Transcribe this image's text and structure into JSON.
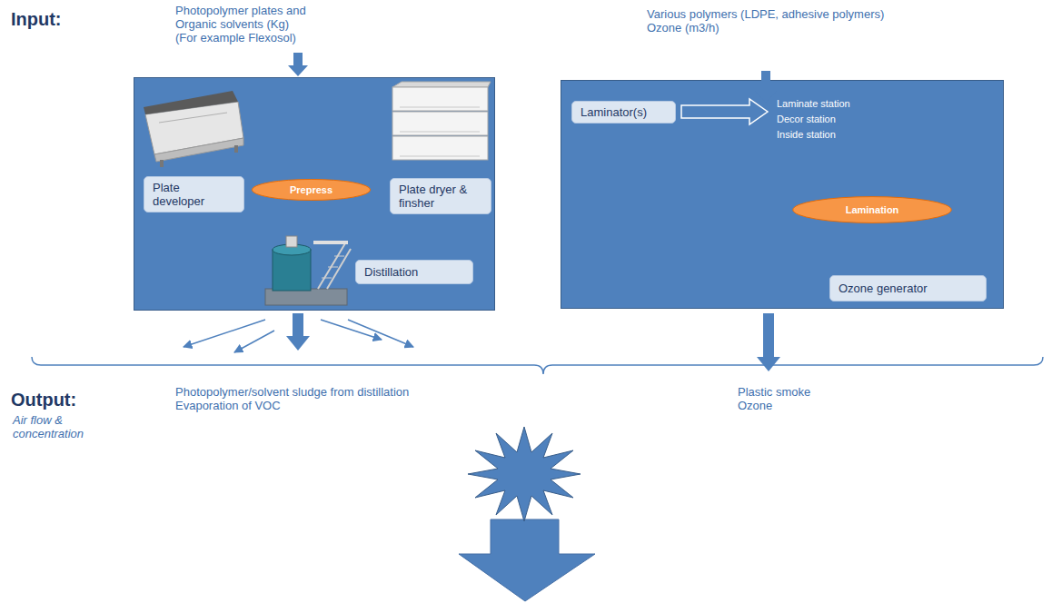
{
  "diagram": {
    "nodes": [
      {
        "text": []
      },
      {
        "text": [
          "Plate developer"
        ],
        "in": 0
      },
      {
        "text": [
          "Prepress"
        ],
        "in": 0
      },
      {
        "text": [
          "Plate dryer & finsher"
        ],
        "in": 0
      },
      {
        "text": [
          "Distillation"
        ],
        "in": 0
      },
      {
        "text": []
      },
      {
        "text": [
          "Laminator(s)"
        ],
        "in": 5
      },
      {
        "text": [
          "Lamination"
        ],
        "in": 5
      },
      {
        "text": [
          "Ozone generator"
        ],
        "in": 5
      }
    ],
    "labels": [
      "Input:",
      "Photopolymer plates and Organic solvents (Kg) (For example Flexosol)",
      "Various polymers (LDPE, adhesive polymers) Ozone (m3/h)",
      "Laminate station",
      "Decor station",
      "Inside station",
      "Output:",
      "Air flow & concentration",
      "Photopolymer/solvent sludge from distillation Evaporation of VOC",
      "Plastic smoke Ozone"
    ]
  }
}
